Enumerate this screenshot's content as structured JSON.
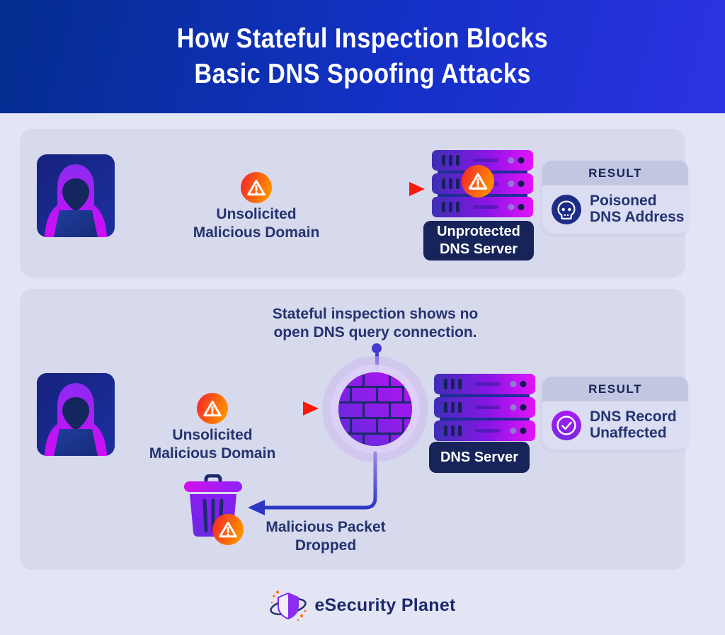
{
  "header": {
    "title_line1": "How Stateful Inspection Blocks",
    "title_line2": "Basic DNS Spoofing Attacks"
  },
  "scenario_unprotected": {
    "attack_label_line1": "Unsolicited",
    "attack_label_line2": "Malicious Domain",
    "server_label_line1": "Unprotected",
    "server_label_line2": "DNS Server",
    "result": {
      "header": "RESULT",
      "line1": "Poisoned",
      "line2": "DNS Address"
    }
  },
  "scenario_protected": {
    "note_line1": "Stateful inspection shows no",
    "note_line2": "open DNS query connection.",
    "attack_label_line1": "Unsolicited",
    "attack_label_line2": "Malicious Domain",
    "server_label": "DNS Server",
    "dropped_line1": "Malicious Packet",
    "dropped_line2": "Dropped",
    "result": {
      "header": "RESULT",
      "line1": "DNS Record",
      "line2": "Unaffected"
    }
  },
  "footer": {
    "brand": "eSecurity Planet"
  },
  "icons": {
    "hacker": "hooded-hacker-with-laptop-icon",
    "warning": "warning-triangle-badge-icon",
    "server": "server-rack-icon",
    "firewall": "brick-wall-firewall-icon",
    "trash": "trash-can-icon",
    "skull": "skull-icon",
    "check": "check-circle-icon",
    "brand_logo": "shield-orbit-logo-icon",
    "attack_arrow": "red-arrow-right",
    "drop_arrow": "blue-elbow-arrow-left"
  },
  "colors": {
    "header_gradient_start": "#042e8e",
    "header_gradient_end": "#2c33e2",
    "page_background": "#e4e5f4",
    "panel_background": "#d7d9ec",
    "navy_text": "#243370",
    "label_pill_background": "#162459",
    "attack_arrow_red": "#f7190a",
    "warning_gradient": "#f41f27-#ff8d00",
    "server_purple_gradient": "#3c2fb4-#e513f9",
    "drop_arrow_blue": "#2c35c4",
    "result_header_band": "#c3c6e1",
    "result_body": "#dbddf2"
  }
}
